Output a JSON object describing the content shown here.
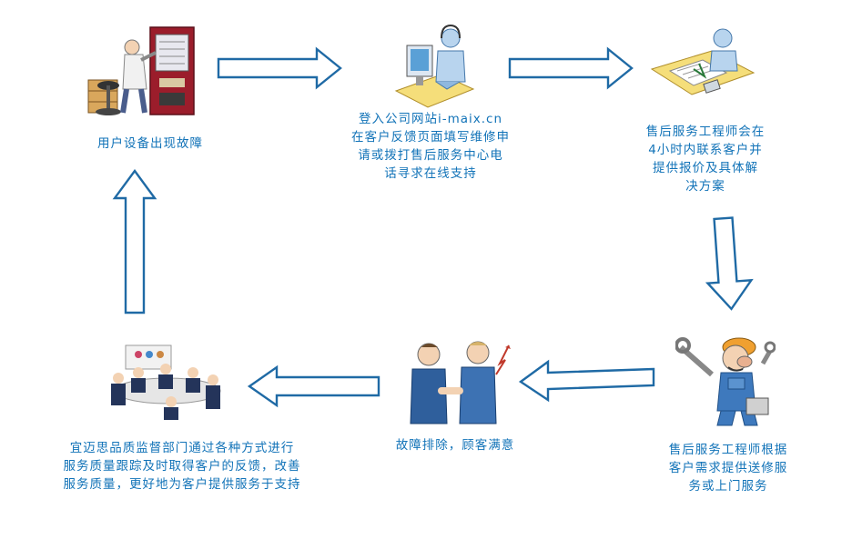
{
  "steps": {
    "fault": {
      "text": "用户设备出现故障"
    },
    "login": {
      "lines": [
        "登入公司网站i-maix.cn",
        "在客户反馈页面填写维修申",
        "请或拨打售后服务中心电",
        "话寻求在线支持"
      ]
    },
    "contact": {
      "lines": [
        "售后服务工程师会在",
        "4小时内联系客户并",
        "提供报价及具体解",
        "决方案"
      ]
    },
    "service": {
      "lines": [
        "售后服务工程师根据",
        "客户需求提供送修服",
        "务或上门服务"
      ]
    },
    "resolved": {
      "text": "故障排除，顾客满意"
    },
    "quality": {
      "lines": [
        "宜迈思品质监督部门通过各种方式进行",
        "服务质量跟踪及时取得客户的反馈，改善",
        "服务质量，更好地为客户提供服务于支持"
      ]
    }
  },
  "colors": {
    "text": "#1273b8",
    "arrow_stroke": "#1f6aa5",
    "arrow_fill": "#ffffff"
  }
}
